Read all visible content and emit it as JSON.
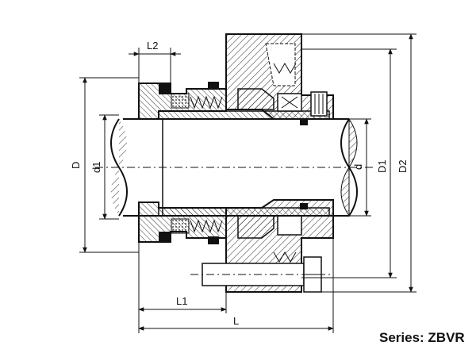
{
  "drawing": {
    "series_label": "Series: ZBVR",
    "dimensions": {
      "L2": "L2",
      "L1": "L1",
      "L": "L",
      "D": "D",
      "d1": "d1",
      "d": "d",
      "D1": "D1",
      "D2": "D2"
    }
  }
}
